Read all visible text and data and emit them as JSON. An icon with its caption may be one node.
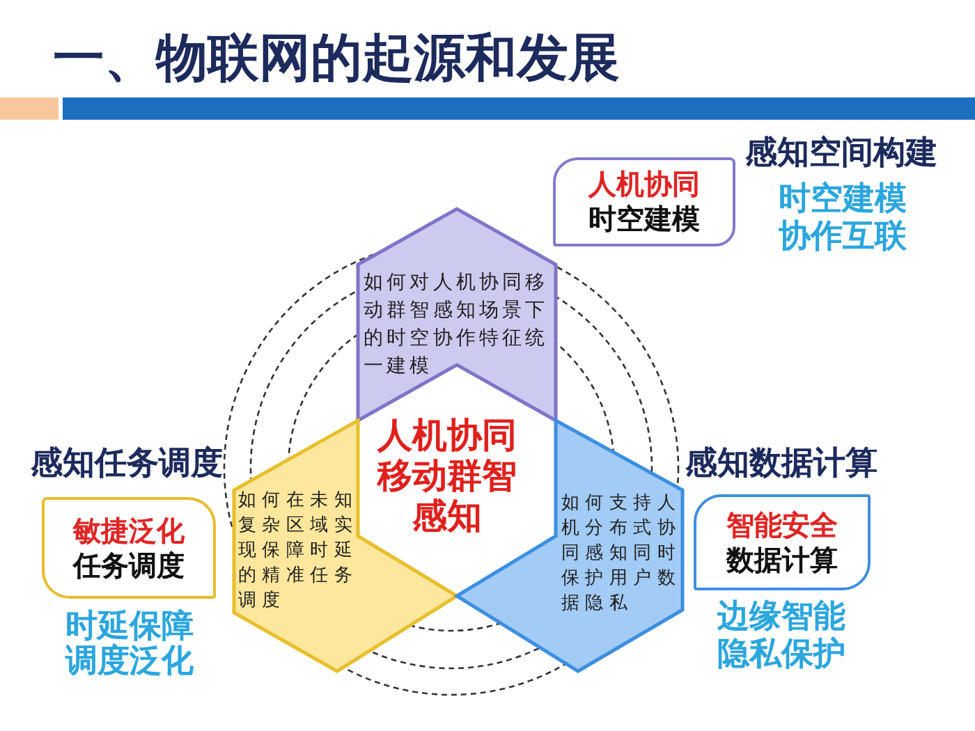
{
  "diagram": {
    "title": "一、物联网的起源和发展",
    "nodes": [
      {
        "text": [
          "人机协同",
          "时空建模"
        ],
        "beside": [
          "感知空间构建",
          "时空建模",
          "协作互联"
        ]
      },
      {
        "text": [
          "如何对人机协同移动群智感知场景下的时空协作特征统一建模"
        ]
      },
      {
        "text": [
          "人机协同移动群智感知"
        ]
      },
      {
        "text": [
          "敏捷泛化",
          "任务调度"
        ],
        "beside": [
          "感知任务调度",
          "时延保障",
          "调度泛化"
        ]
      },
      {
        "text": [
          "如何在未知复杂区域实现保障时延的精准任务调度"
        ]
      },
      {
        "text": [
          "如何支持人机分布式协同感知同时保护用户数据隐私"
        ]
      },
      {
        "text": [
          "智能安全",
          "数据计算"
        ],
        "beside": [
          "感知数据计算",
          "边缘智能",
          "隐私保护"
        ]
      }
    ]
  }
}
